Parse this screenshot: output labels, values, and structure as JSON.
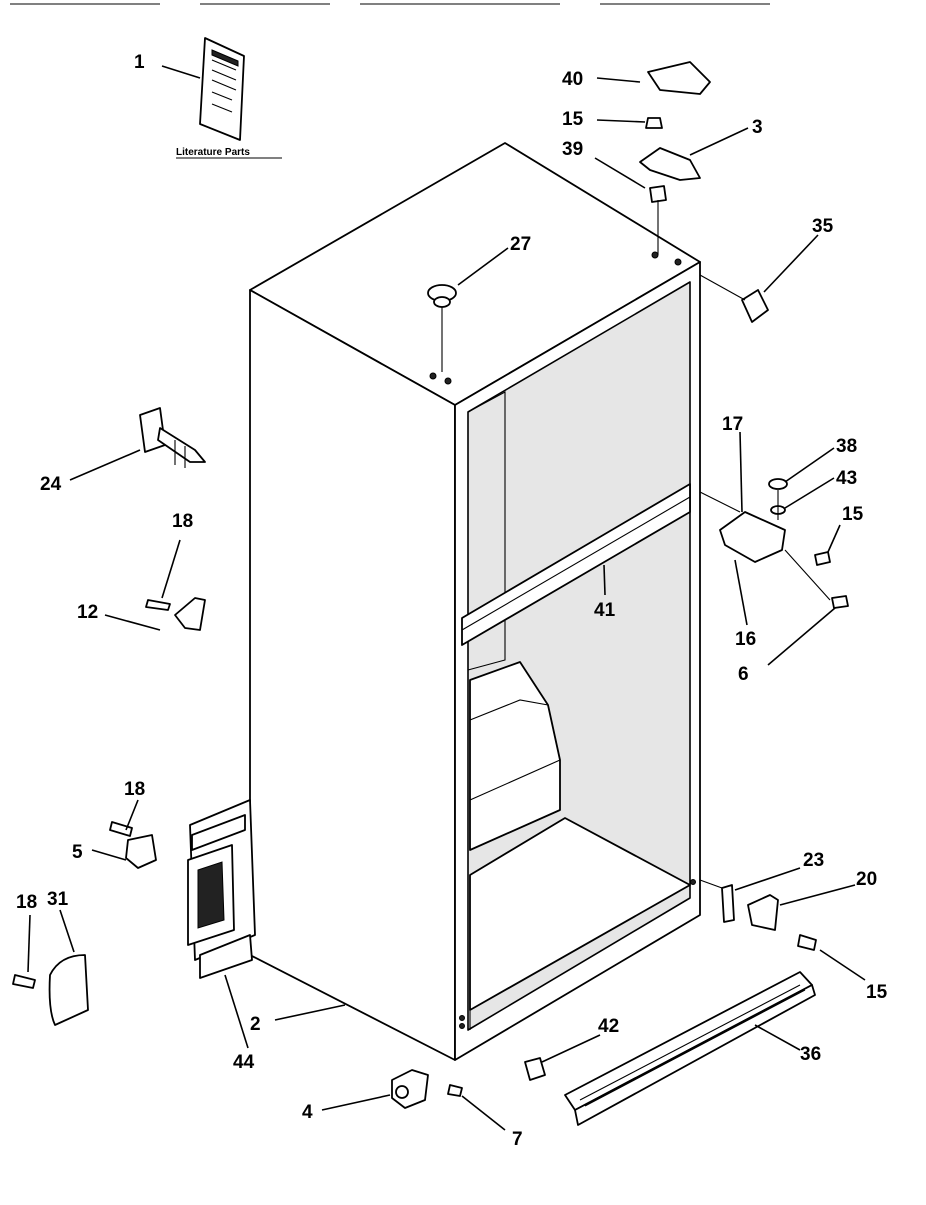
{
  "diagram": {
    "literature_label": "Literature Parts",
    "callouts": [
      "1",
      "40",
      "15",
      "3",
      "39",
      "27",
      "35",
      "24",
      "17",
      "38",
      "43",
      "15",
      "18",
      "12",
      "41",
      "16",
      "6",
      "18",
      "5",
      "23",
      "20",
      "31",
      "18",
      "15",
      "2",
      "44",
      "42",
      "36",
      "4",
      "7"
    ]
  }
}
